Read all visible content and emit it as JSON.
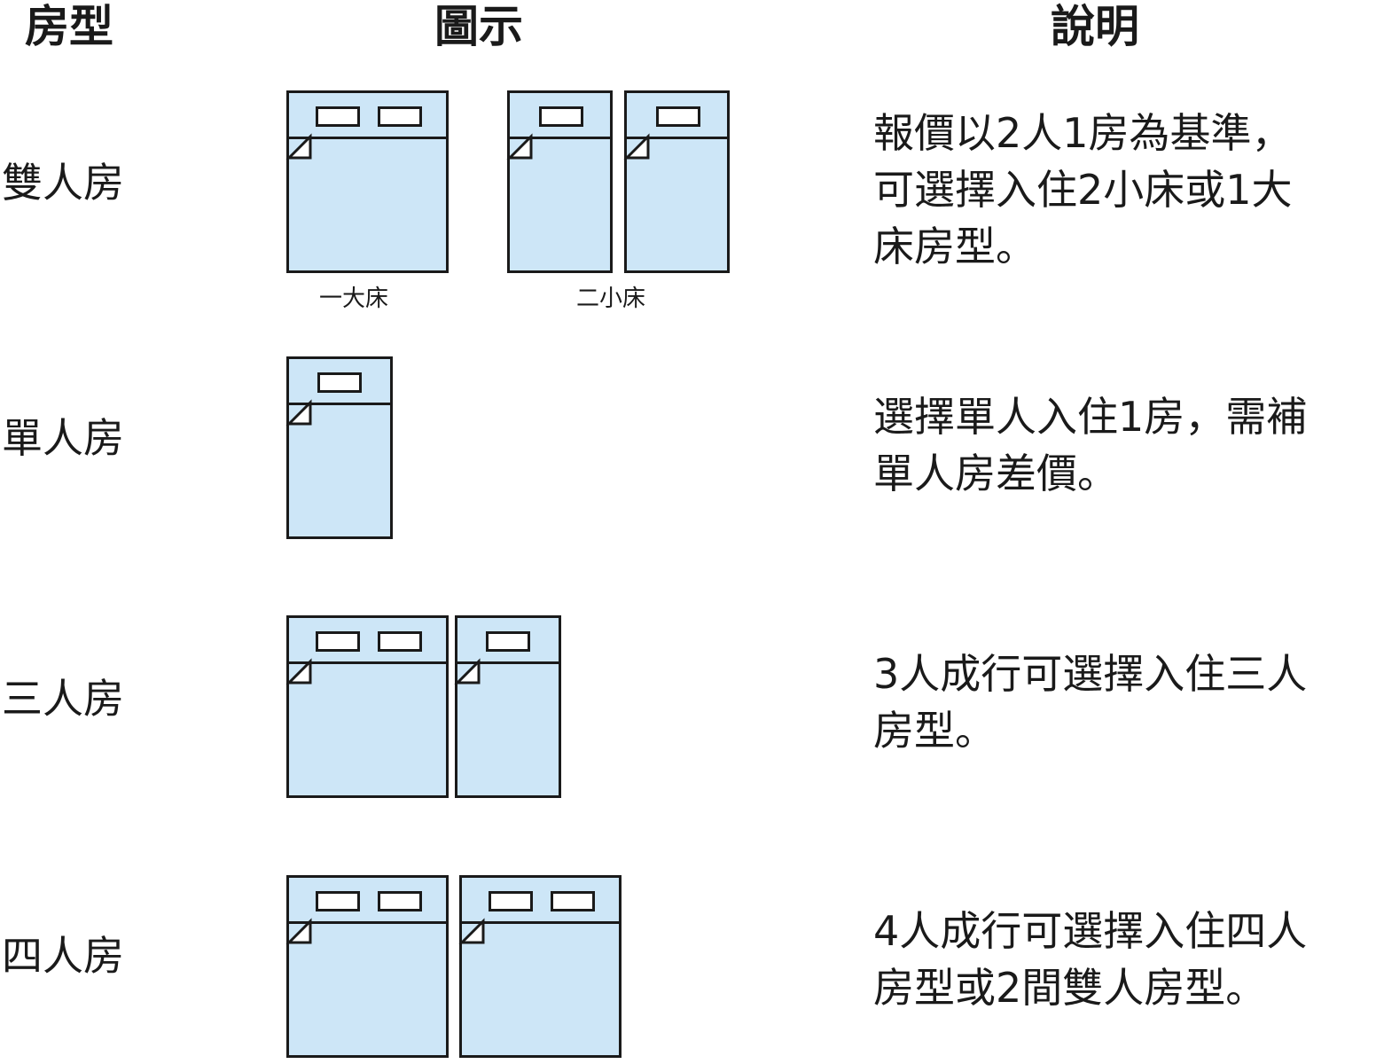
{
  "colors": {
    "bed_fill": "#cde6f7",
    "stroke": "#1a1a1a",
    "pillow": "#ffffff"
  },
  "headers": {
    "room_type": "房型",
    "illustration": "圖示",
    "description": "說明"
  },
  "rows": [
    {
      "room": "雙人房",
      "bed_labels": [
        "一大床",
        "二小床"
      ],
      "description_lines": [
        "報價以2人1房為基準，",
        "可選擇入住2小床或1大",
        "床房型。"
      ]
    },
    {
      "room": "單人房",
      "description_lines": [
        "選擇單人入住1房，需補",
        "單人房差價。"
      ]
    },
    {
      "room": "三人房",
      "description_lines": [
        "3人成行可選擇入住三人",
        "房型。"
      ]
    },
    {
      "room": "四人房",
      "description_lines": [
        "4人成行可選擇入住四人",
        "房型或2間雙人房型。"
      ]
    }
  ],
  "icons": [
    "double-bed-icon",
    "single-bed-icon",
    "pillow-icon",
    "sheet-fold-icon"
  ]
}
